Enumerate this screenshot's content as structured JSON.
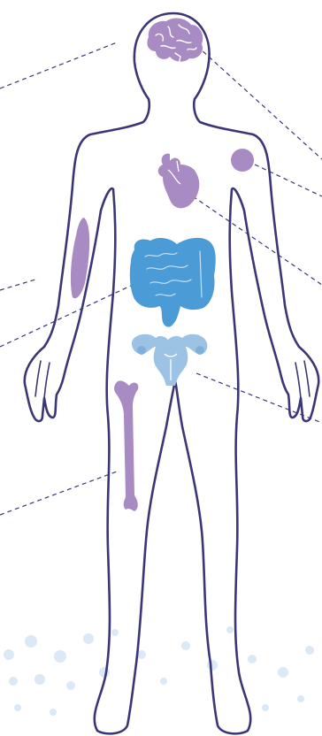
{
  "colors": {
    "outline": "#3b3676",
    "leader": "#3b3676",
    "organ_purple": "#a98bc4",
    "intestine_blue": "#4a9bd6",
    "uterus_blue": "#9cc3e4",
    "dots": "#dbe9f6"
  },
  "organs": [
    {
      "name": "brain",
      "icon": "brain-icon"
    },
    {
      "name": "heart",
      "icon": "heart-icon"
    },
    {
      "name": "lymph-node",
      "icon": "circle-icon"
    },
    {
      "name": "forearm-muscle",
      "icon": "muscle-icon"
    },
    {
      "name": "intestines",
      "icon": "intestine-icon"
    },
    {
      "name": "uterus",
      "icon": "uterus-icon"
    },
    {
      "name": "femur",
      "icon": "bone-icon"
    }
  ]
}
